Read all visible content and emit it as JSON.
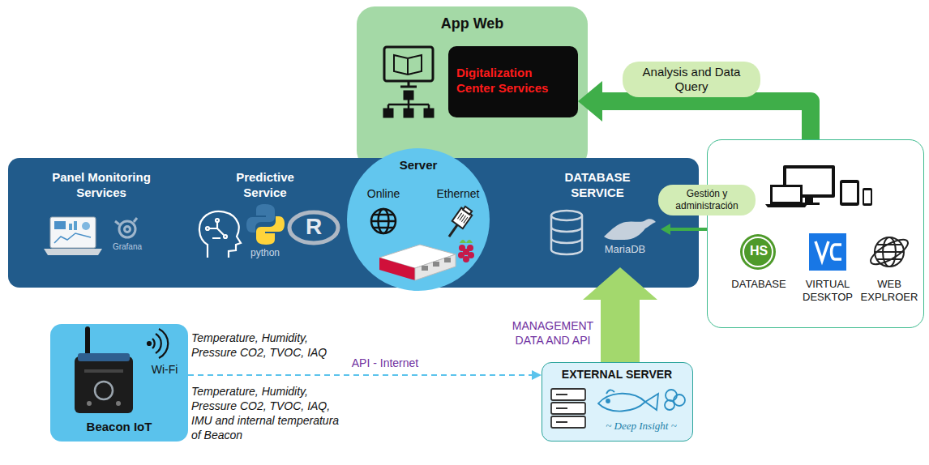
{
  "diagram": {
    "nodes": [
      {
        "text": [
          "App Web"
        ]
      },
      {
        "text": [
          "Digitalization Center Services"
        ],
        "in": 0
      },
      {
        "text": []
      },
      {
        "text": [
          "Panel Monitoring Services",
          "Grafana"
        ],
        "in": 2
      },
      {
        "text": [
          "Predictive Service",
          "python",
          "R"
        ],
        "in": 2
      },
      {
        "text": [
          "Server",
          "Online",
          "Ethernet"
        ],
        "in": 2
      },
      {
        "text": [
          "DATABASE SERVICE",
          "MariaDB"
        ],
        "in": 2
      },
      {
        "text": [
          "HS",
          "DATABASE",
          "VIRTUAL DESKTOP",
          "WEB EXPLROER"
        ]
      },
      {
        "text": [
          "Wi-Fi",
          "Beacon IoT"
        ]
      },
      {
        "text": [
          "EXTERNAL SERVER",
          "~ Deep Insight ~"
        ]
      }
    ],
    "edges": [
      {
        "from": 7,
        "to": 1,
        "arrow": "to",
        "label": "Analysis and Data Query"
      },
      {
        "from": 7,
        "to": 6,
        "arrow": "to",
        "label": "Gestión y administración"
      },
      {
        "from": 9,
        "to": 6,
        "arrow": "to",
        "label": "MANAGEMENT DATA AND API"
      },
      {
        "from": 8,
        "to": 9,
        "arrow": "to",
        "label": "API - Internet"
      }
    ],
    "labels": [
      "Temperature, Humidity, Pressure CO2, TVOC, IAQ",
      "Temperature, Humidity, Pressure CO2, TVOC, IAQ, IMU and internal temperatura of Beacon"
    ]
  }
}
